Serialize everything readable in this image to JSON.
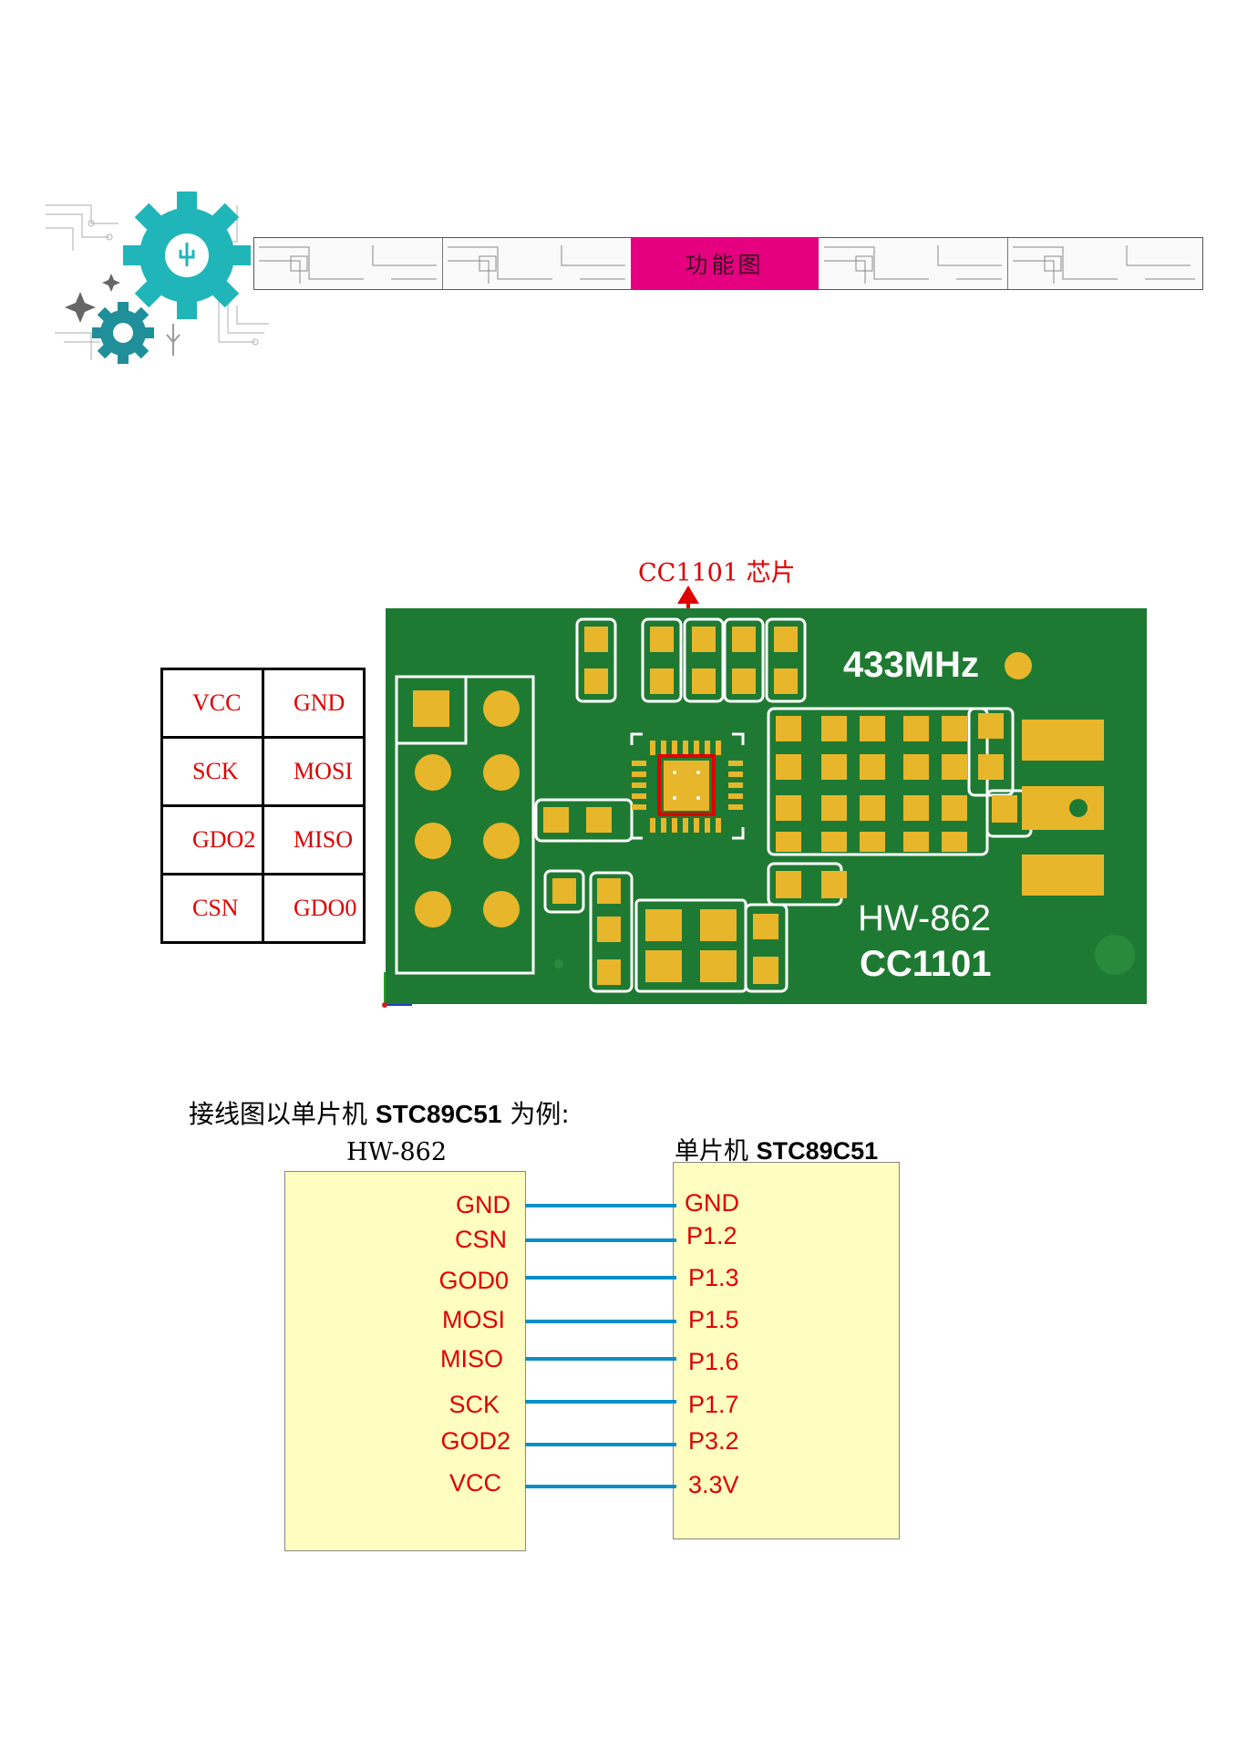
{
  "header": {
    "title": "功能图"
  },
  "chip_callout": {
    "label": "CC1101 芯片"
  },
  "pcb": {
    "frequency": "433MHz",
    "model": "HW-862",
    "chip": "CC1101"
  },
  "pin_table": [
    [
      "VCC",
      "GND"
    ],
    [
      "SCK",
      "MOSI"
    ],
    [
      "GDO2",
      "MISO"
    ],
    [
      "CSN",
      "GDO0"
    ]
  ],
  "wiring": {
    "caption_prefix": "接线图以单片机 ",
    "caption_mcu": "STC89C51",
    "caption_suffix": " 为例:",
    "left_title": "HW-862",
    "right_title_prefix": "单片机 ",
    "right_title_mcu": "STC89C51",
    "module_pins": [
      "GND",
      "CSN",
      "GOD0",
      "MOSI",
      "MISO",
      "SCK",
      "GOD2",
      "VCC"
    ],
    "mcu_pins": [
      "GND",
      "P1.2",
      "P1.3",
      "P1.5",
      "P1.6",
      "P1.7",
      "P3.2",
      "3.3V"
    ]
  },
  "colors": {
    "banner_accent": "#e4007f",
    "pcb_green": "#1e7a32",
    "pad_gold": "#e8b62a",
    "label_red": "#e00000",
    "wire_blue": "#0a8ec8",
    "gear_teal": "#1fb5b9"
  }
}
